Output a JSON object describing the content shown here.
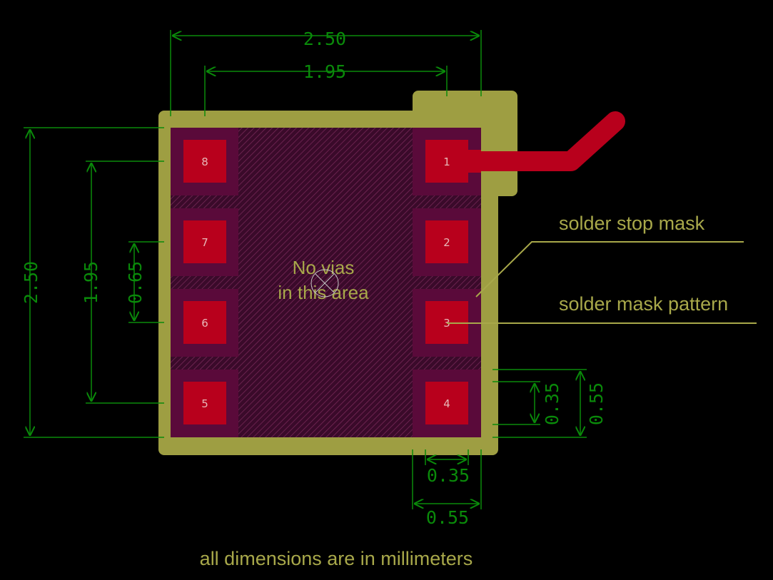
{
  "pads": [
    "8",
    "7",
    "6",
    "5",
    "1",
    "2",
    "3",
    "4"
  ],
  "center_text": {
    "line1": "No vias",
    "line2": "in this area"
  },
  "labels": {
    "solder_stop_mask": "solder stop mask",
    "solder_mask_pattern": "solder mask pattern",
    "footer": "all dimensions are in millimeters"
  },
  "dimensions": {
    "top_outer": "2.50",
    "top_inner": "1.95",
    "left_outer": "2.50",
    "left_inner": "1.95",
    "left_pitch": "0.65",
    "right_inner": "0.35",
    "right_outer": "0.55",
    "bottom_inner": "0.35",
    "bottom_outer": "0.55"
  },
  "colors": {
    "background": "#000000",
    "dimension": "#0a8a0a",
    "solder_stop_mask": "#9e9e42",
    "solder_mask_pattern": "#5a0a3a",
    "pad": "#b8001c",
    "trace": "#b8001c",
    "label": "#a8a84a"
  }
}
